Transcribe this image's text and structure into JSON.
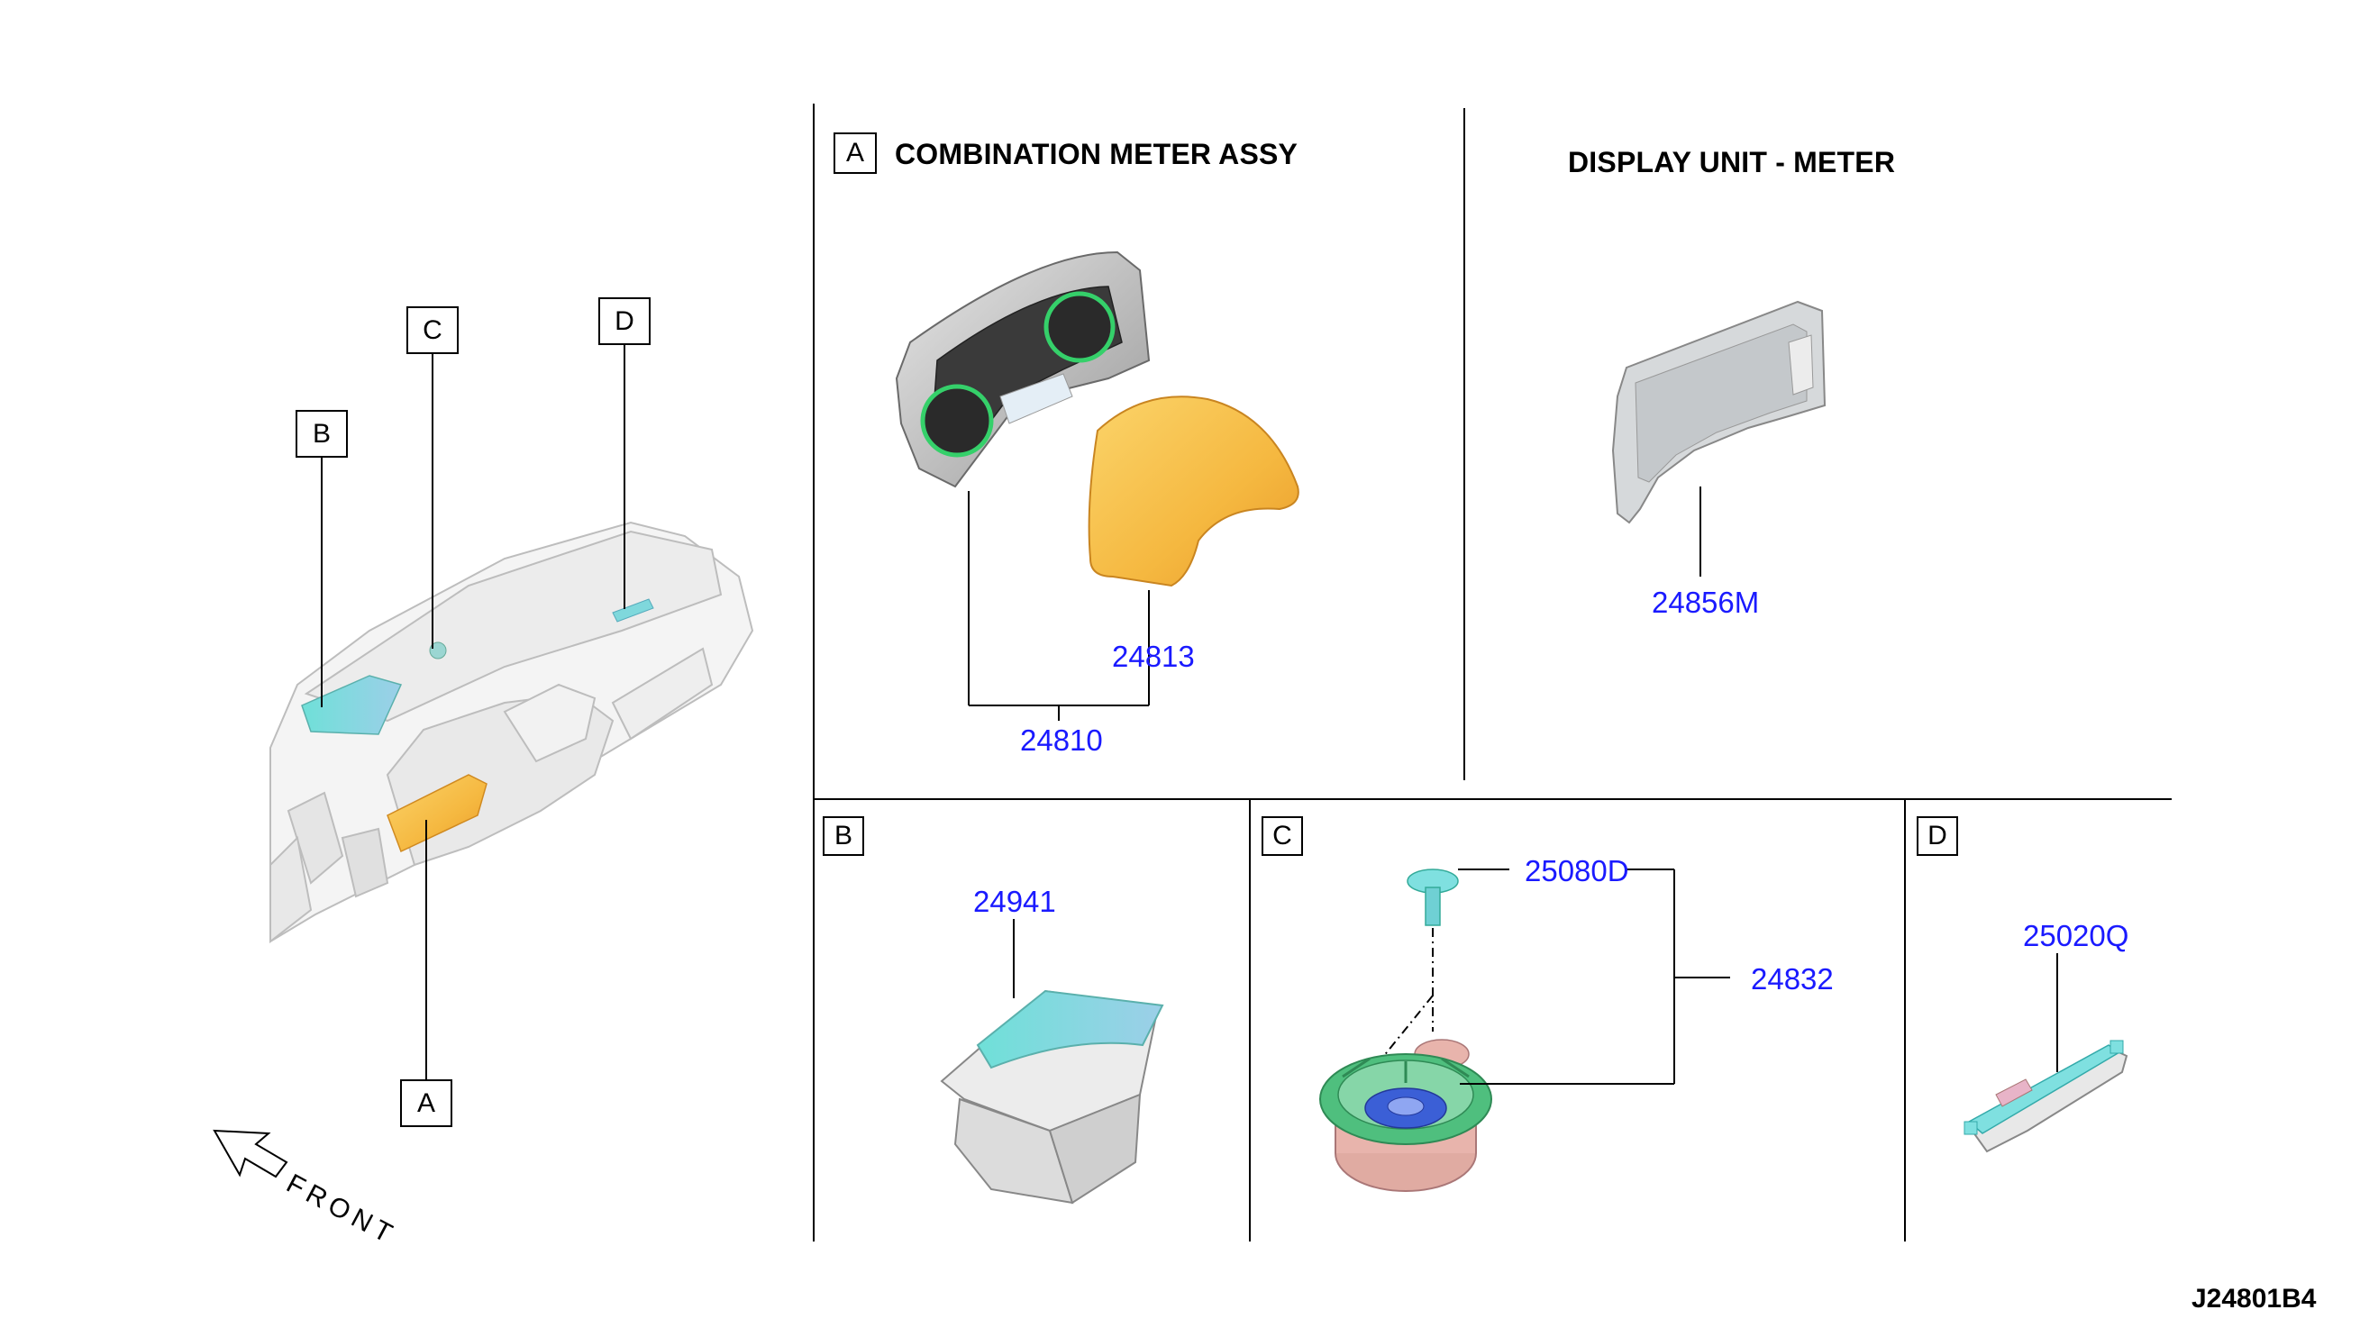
{
  "diagram_code": "J24801B4",
  "front_label": "FRONT",
  "overview": {
    "callouts": [
      "A",
      "B",
      "C",
      "D"
    ]
  },
  "sections": {
    "A": {
      "box": "A",
      "title": "COMBINATION METER ASSY",
      "parts": [
        "24810",
        "24813"
      ]
    },
    "display_unit": {
      "title": "DISPLAY UNIT - METER",
      "parts": [
        "24856M"
      ]
    },
    "B": {
      "box": "B",
      "parts": [
        "24941"
      ]
    },
    "C": {
      "box": "C",
      "parts": [
        "25080D",
        "24832"
      ]
    },
    "D": {
      "box": "D",
      "parts": [
        "25020Q"
      ]
    }
  },
  "colors": {
    "part_number": "#1a1aff",
    "dash_outline": "#b8b8b8",
    "meter_lens": "#f5b840",
    "cyan_part": "#6fd8d4",
    "green_ring": "#3cc97a",
    "speaker_body": "#e8b4ac"
  }
}
